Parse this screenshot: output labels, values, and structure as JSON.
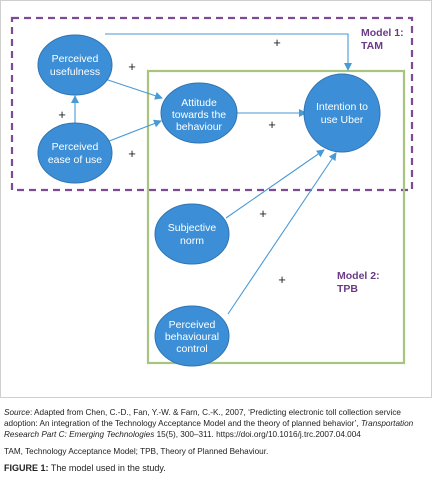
{
  "diagram": {
    "nodes": {
      "perceived_usefulness": [
        "Perceived",
        "usefulness"
      ],
      "perceived_ease_of_use": [
        "Perceived",
        "ease of use"
      ],
      "attitude": [
        "Attitude",
        "towards the",
        "behaviour"
      ],
      "intention": [
        "Intention to",
        "use Uber"
      ],
      "subjective_norm": [
        "Subjective",
        "norm"
      ],
      "perceived_behavioural_control": [
        "Perceived",
        "behavioural",
        "control"
      ]
    },
    "relation_sign": "+",
    "models": {
      "tam": [
        "Model 1:",
        "TAM"
      ],
      "tpb": [
        "Model 2:",
        "TPB"
      ]
    },
    "colors": {
      "node_fill": "#3c8fd6",
      "node_stroke": "#2f74b3",
      "arrow": "#4a9ad6",
      "tam_box": "#7e4a96",
      "tpb_box": "#a9c47f"
    }
  },
  "caption": {
    "source_label": "Source",
    "source_text_1": ":  Adapted from Chen, C.-D., Fan, Y.-W. & Farn, C.-K., 2007, ‘Predicting electronic toll collection service adoption: An integration of the Technology Acceptance Model and the theory of planned behavior’, ",
    "source_journal": "Transportation Research Part C: Emerging Technologies",
    "source_text_2": " 15(5), 300–311. https://doi.org/10.1016/j.trc.2007.04.004",
    "abbreviations": "TAM, Technology Acceptance Model; TPB, Theory of Planned Behaviour.",
    "figure_label": "FIGURE 1:",
    "figure_text": " The model used in the study."
  }
}
